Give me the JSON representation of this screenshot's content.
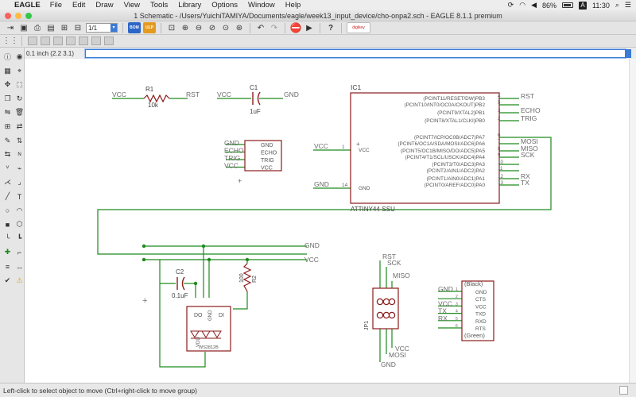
{
  "menubar": {
    "app": "EAGLE",
    "items": [
      "File",
      "Edit",
      "Draw",
      "View",
      "Tools",
      "Library",
      "Options",
      "Window",
      "Help"
    ],
    "battery": "86%",
    "input_source": "A",
    "clock": "11:30"
  },
  "window": {
    "title": "1 Schematic - /Users/YuichiTAMIYA/Documents/eagle/week13_input_device/cho-onpa2.sch - EAGLE 8.1.1 premium"
  },
  "toolbar": {
    "sheet": "1/1",
    "bom_label": "BOM",
    "ulp_label": "ULP",
    "brand_label": "digikey"
  },
  "command": {
    "coordinate": "0.1 inch (2.2 3.1)",
    "value": ""
  },
  "schematic": {
    "r1": {
      "name": "R1",
      "value": "10k",
      "left": "VCC",
      "right": "RST"
    },
    "c1": {
      "name": "C1",
      "value": "1uF",
      "left": "VCC",
      "right": "GND"
    },
    "sensor": {
      "pins": [
        "GND",
        "ECHO",
        "TRIG",
        "VCC"
      ],
      "nets": [
        "GND",
        "ECHO",
        "TRIG",
        "VCC"
      ]
    },
    "ic1": {
      "name": "IC1",
      "part": "ATTINY44-SSU",
      "left_pins": [
        {
          "net": "VCC",
          "num": "1",
          "label": "VCC"
        },
        {
          "net": "GND",
          "num": "14",
          "label": "GND"
        }
      ],
      "right_pins": [
        {
          "label": "(PCINT11/RESET/DW)PB3",
          "num": "4",
          "net": "RST"
        },
        {
          "label": "(PCINT10/INT0/OC0A/CKOUT)PB2",
          "num": "5",
          "net": ""
        },
        {
          "label": "(PCINT9/XTAL2)PB1",
          "num": "3",
          "net": "ECHO"
        },
        {
          "label": "(PCINT8/XTAL1/CLKI)PB0",
          "num": "2",
          "net": "TRIG"
        },
        {
          "label": "(PCINT7/ICP/OC0B/ADC7)PA7",
          "num": "6",
          "net": ""
        },
        {
          "label": "(PCINT6/OC1A/SDA/MOSI/ADC6)PA6",
          "num": "7",
          "net": "MOSI"
        },
        {
          "label": "(PCINT5/OC1B/MISO/DO/ADC5)PA5",
          "num": "8",
          "net": "MISO"
        },
        {
          "label": "(PCINT4/T1/SCL/USCK/ADC4)PA4",
          "num": "9",
          "net": "SCK"
        },
        {
          "label": "(PCINT3/T0/ADC3)PA3",
          "num": "10",
          "net": ""
        },
        {
          "label": "(PCINT2/AIN1/ADC2)PA2",
          "num": "11",
          "net": ""
        },
        {
          "label": "(PCINT1/AIN0/ADC1)PA1",
          "num": "12",
          "net": "RX"
        },
        {
          "label": "(PCINT0/AREF/ADC0)PA0",
          "num": "13",
          "net": "TX"
        }
      ]
    },
    "rails": {
      "gnd": "GND",
      "vcc": "VCC"
    },
    "c2": {
      "name": "C2",
      "value": "0.1uF"
    },
    "r2": {
      "name": "R2",
      "value": "100"
    },
    "led": {
      "part": "WS2812B",
      "pins": [
        "DO",
        "DI",
        "GND",
        "VDD"
      ]
    },
    "isp": {
      "name": "JP1",
      "nets": [
        "RST",
        "SCK",
        "MISO",
        "VCC",
        "MOSI",
        "GND"
      ]
    },
    "ftdi": {
      "top": "(Black)",
      "bottom": "(Green)",
      "pins": [
        "GND",
        "CTS",
        "VCC",
        "TXD",
        "RXD",
        "RTS"
      ],
      "nets": [
        "GND",
        "",
        "VCC",
        "TX",
        "RX",
        ""
      ]
    }
  },
  "status": {
    "hint": "Left-click to select object to move (Ctrl+right-click to move group)"
  },
  "colors": {
    "wire": "#1d8a1d",
    "symbol": "#8b1a1a",
    "pin": "#8b1a1a",
    "label": "#6a6a6a",
    "accent": "#3b7bd6"
  }
}
